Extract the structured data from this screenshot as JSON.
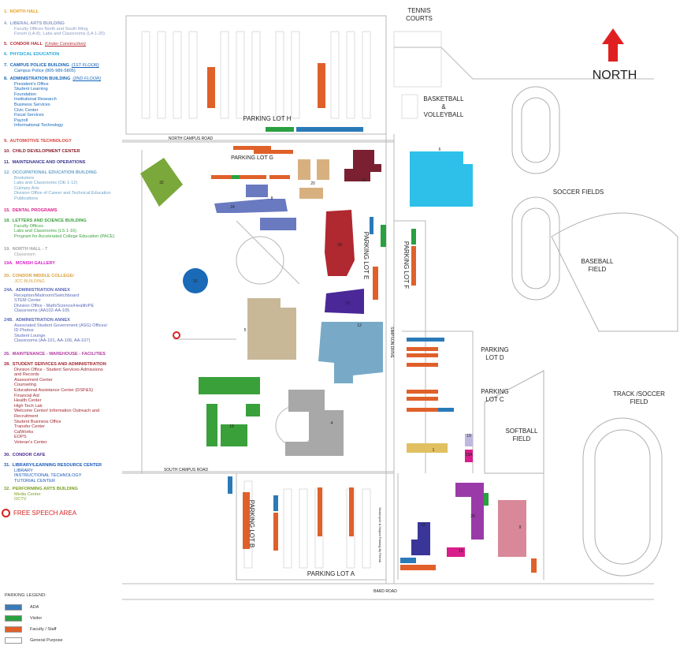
{
  "legend_items": [
    {
      "num": "1.",
      "title": "NORTH HALL",
      "color": "#e8a21c",
      "lines": []
    },
    {
      "num": "4.",
      "title": "LIBERAL ARTS BUILDING",
      "color": "#8a9bc4",
      "lines": [
        "Faculty Offices North and South Wing",
        "Forum (LA-8), Labs and Classrooms (LA 1-20)"
      ]
    },
    {
      "num": "5.",
      "title": "CONDOR HALL",
      "title_extra": "(Under Construction)",
      "color": "#b8313a",
      "lines": []
    },
    {
      "num": "6.",
      "title": "PHYSICAL EDUCATION",
      "color": "#2aa7d8",
      "lines": []
    },
    {
      "num": "7.",
      "title": "CAMPUS POLICE BUILDING",
      "title_extra": "(1ST FLOOR)",
      "color": "#1565b8",
      "lines": [
        "Campus Police (805-986-5805)"
      ]
    },
    {
      "num": "8.",
      "title": "ADMINISTRATION BUILDING",
      "title_extra": "(2ND FLOOR)",
      "color": "#1565b8",
      "lines": [
        "President's Office",
        "Student Learning",
        "Foundation",
        "Institutional Research",
        "Business Services",
        "Civic Center",
        "Fiscal Services",
        "Payroll",
        "Informational Technology"
      ]
    },
    {
      "num": "9.",
      "title": "AUTOMOTIVE TECHNOLOGY",
      "color": "#d8403a",
      "lines": []
    },
    {
      "num": "10.",
      "title": "CHILD DEVELOPMENT CENTER",
      "color": "#8a1f2a",
      "lines": []
    },
    {
      "num": "11.",
      "title": "MAINTENANCE AND OPERATIONS",
      "color": "#3a3590",
      "lines": []
    },
    {
      "num": "12.",
      "title": "OCCUPATIONAL EDUCATION BUILDING",
      "color": "#6ba3c8",
      "lines": [
        "Bookstore",
        "Labs and Classrooms (OE 1-12)",
        "Culinary Arts",
        "Division Office of Career and Technical Education",
        "Publications"
      ]
    },
    {
      "num": "15.",
      "title": "DENTAL PROGRAMS",
      "color": "#d81e8a",
      "lines": []
    },
    {
      "num": "18.",
      "title": "LETTERS AND SCIENCE BUILDING",
      "color": "#3aa03a",
      "lines": [
        "Faculty Offices",
        "Labs and Classrooms (LS 1-16)",
        "Program for Accelerated College Education (PACE)"
      ]
    },
    {
      "num": "19.",
      "title": "NORTH HALL - 7",
      "color": "#a0a0a0",
      "lines": [
        "Classroom"
      ]
    },
    {
      "num": "19A.",
      "title": "MCNISH GALLERY",
      "color": "#d81ec8",
      "lines": []
    },
    {
      "num": "20.",
      "title": "CONDOR MIDDLE COLLEGE/",
      "color": "#d8a03a",
      "lines": [
        "JCC BUILDING"
      ]
    },
    {
      "num": "24A.",
      "title": "ADMINISTRATION ANNEX",
      "color": "#5a6ab8",
      "lines": [
        "Reception/Mailroom/Switchboard",
        "STEM Center",
        "Division Office - Math/Science/Health/PE",
        "Classrooms (AA102-AA-105"
      ]
    },
    {
      "num": "24B.",
      "title": "ADMINISTRATION ANNEX",
      "color": "#5a6ab8",
      "lines": [
        "Associated Student Government (ASG) Offices/",
        "ID Photos",
        "Student Lounge",
        "Classrooms (AA-101, AA-106, AA-107)"
      ]
    },
    {
      "num": "26.",
      "title": "MAINTENANCE - WAREHOUSE - FACILITIES",
      "color": "#b03aa0",
      "lines": []
    },
    {
      "num": "28.",
      "title": "STUDENT SERVICES AND ADMINISTRATION",
      "color": "#a02830",
      "lines": [
        "Division Office - Student Services Admissions",
        "and Records",
        "Assessment Center",
        "Counseling",
        "Educational Assistance Center (DSP&S)",
        "Financial Aid",
        "Health Center",
        "High Tech Lab",
        "Welcome Center/ Information Outreach and",
        "Recruitment",
        "Student Business Office",
        "Transfer Center",
        "CalWorks",
        "EOPS",
        "Veteran's Center"
      ]
    },
    {
      "num": "30.",
      "title": "CONDOR CAFE",
      "color": "#4a2a90",
      "lines": []
    },
    {
      "num": "31.",
      "title": "LIBRARY/LEARNING RESOURCE CENTER",
      "color": "#1a5ab8",
      "lines": [
        "LIBRARY",
        "INSTRUCTIONAL TECHNOLOGY",
        "TUTORIAL CENTER"
      ]
    },
    {
      "num": "32.",
      "title": "PERFORMING ARTS BUILDING",
      "color": "#7aa020",
      "lines": [
        "Media Center",
        "OCTV"
      ]
    }
  ],
  "free_speech_label": "FREE SPEECH AREA",
  "parking_legend": {
    "title": "PARKING LEGEND:",
    "items": [
      {
        "label": "ADA",
        "color": "#3a7ab8"
      },
      {
        "label": "Visitor",
        "color": "#2aa040"
      },
      {
        "label": "Faculty / Staff",
        "color": "#e0602a"
      },
      {
        "label": "General Purpose",
        "color": "#ffffff"
      }
    ]
  },
  "map_labels": {
    "north": "NORTH",
    "tennis_1": "TENNIS",
    "tennis_2": "COURTS",
    "basketball_1": "BASKETBALL",
    "basketball_2": "&",
    "basketball_3": "VOLLEYBALL",
    "soccer": "SOCCER FIELDS",
    "baseball_1": "BASEBALL",
    "baseball_2": "FIELD",
    "lot_h": "PARKING LOT H",
    "lot_g": "PARKING LOT G",
    "lot_e": "PARKING LOT E",
    "lot_f": "PARKING LOT F",
    "lot_d_1": "PARKING",
    "lot_d_2": "LOT D",
    "lot_c_1": "PARKING",
    "lot_c_2": "LOT C",
    "lot_b": "PARKING LOT B",
    "lot_a": "PARKING LOT A",
    "softball_1": "SOFTBALL",
    "softball_2": "FIELD",
    "track_1": "TRACK /SOCCER",
    "track_2": "FIELD",
    "north_rd": "NORTH CAMPUS ROAD",
    "south_rd": "SOUTH CAMPUS ROAD",
    "simpson": "SIMPSON DRIVE",
    "bard": "BARD ROAD",
    "moto": "Motorcycle & Moped Parking By Permit"
  },
  "building_numbers": {
    "b32": "32",
    "b10": "10",
    "b6": "6",
    "b20": "20",
    "b24a": "24",
    "b8": "8",
    "b28": "28",
    "b30": "30",
    "b31": "31",
    "b5": "5",
    "b12": "12",
    "b4": "4",
    "b18": "18",
    "b19": "19",
    "b19a": "19A",
    "b1": "1",
    "b26": "26",
    "b9": "9",
    "b11": "11",
    "b15": "15"
  }
}
